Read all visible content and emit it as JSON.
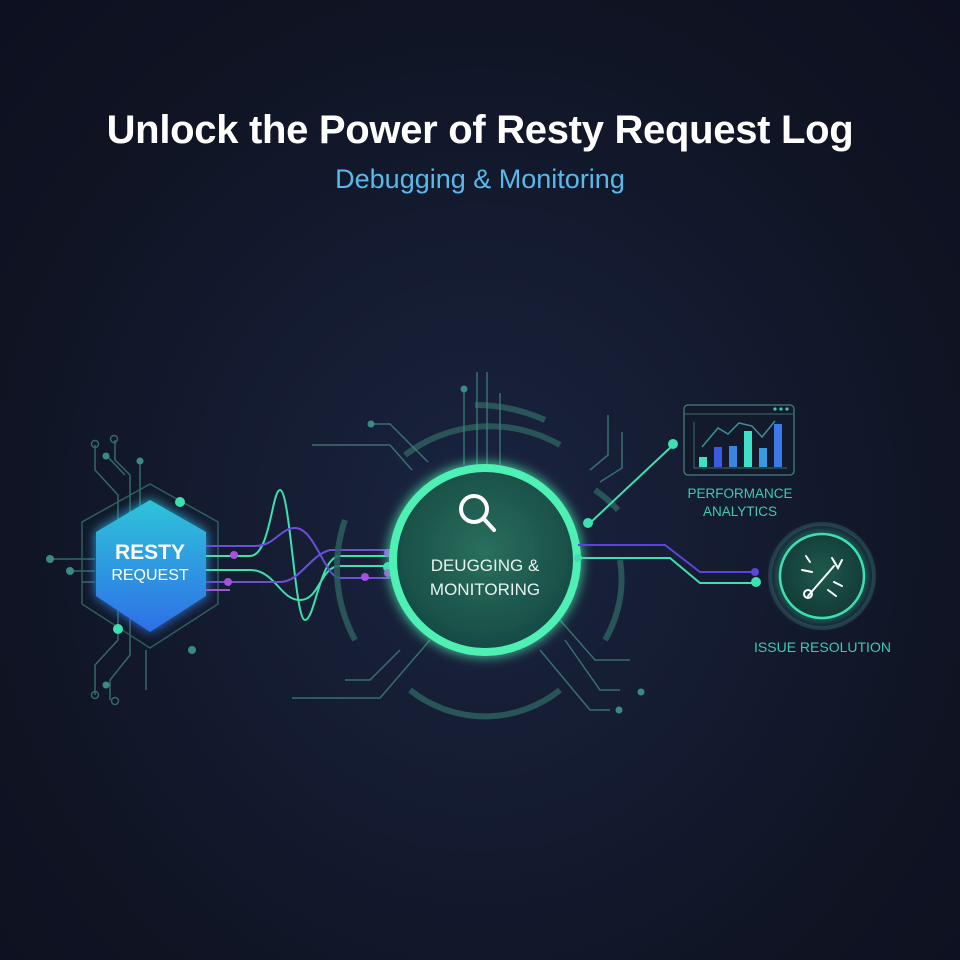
{
  "header": {
    "title": "Unlock the Power of Resty Request Log",
    "subtitle": "Debugging & Monitoring"
  },
  "nodes": {
    "source": {
      "line1": "RESTY",
      "line2": "REQUEST",
      "shape": "hexagon"
    },
    "core": {
      "line1": "DEUGGING &",
      "line2": "MONITORING",
      "icon": "magnifier-icon"
    },
    "analytics": {
      "line1": "PERFORMANCE",
      "line2": "ANALYTICS",
      "icon": "bar-chart-window-icon"
    },
    "resolution": {
      "label": "ISSUE RESOLUTION",
      "icon": "bug-wrench-icon"
    }
  },
  "colors": {
    "background": "#121829",
    "title": "#ffffff",
    "subtitle": "#58b9ea",
    "teal": "#3ee0b0",
    "purple": "#7b4fe0",
    "hex_top": "#2ec4d8",
    "hex_bottom": "#2f6fe8",
    "label_teal": "#3ec9b4"
  }
}
